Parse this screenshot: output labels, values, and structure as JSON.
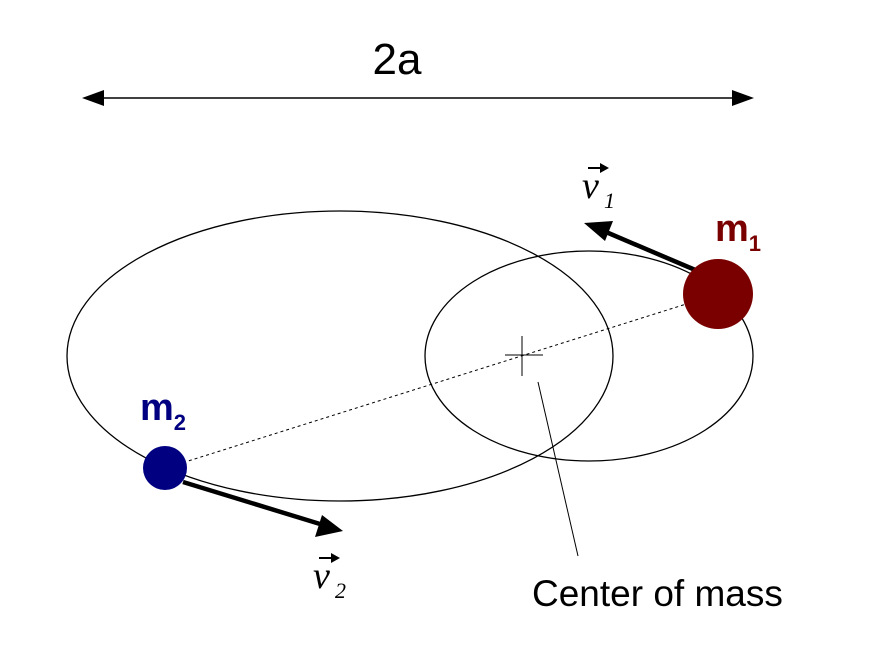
{
  "dimension": {
    "label": "2a"
  },
  "bodies": {
    "m1": {
      "label": "m",
      "subscript": "1",
      "color": "#7a0000"
    },
    "m2": {
      "label": "m",
      "subscript": "2",
      "color": "#000080"
    }
  },
  "velocities": {
    "v1": {
      "symbol": "v",
      "subscript": "1"
    },
    "v2": {
      "symbol": "v",
      "subscript": "2"
    }
  },
  "center_of_mass": {
    "label": "Center of mass"
  },
  "colors": {
    "line": "#000000",
    "background": "#ffffff"
  }
}
